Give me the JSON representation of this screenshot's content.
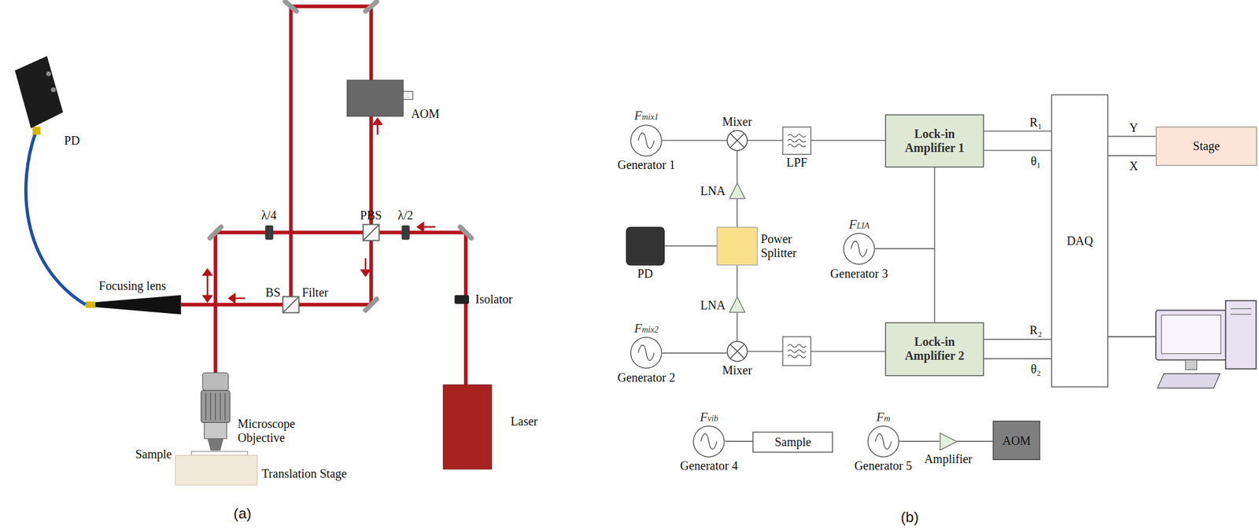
{
  "diagram": {
    "nodes": [
      {
        "text": [
          "Fmix1",
          "Generator 1"
        ]
      },
      {
        "text": [
          "Mixer"
        ]
      },
      {
        "text": [
          "LPF"
        ]
      },
      {
        "text": [
          "Lock-in Amplifier 1"
        ]
      },
      {
        "text": [
          "DAQ"
        ]
      },
      {
        "text": [
          "Stage"
        ]
      },
      {
        "text": [
          "LNA"
        ]
      },
      {
        "text": [
          "PD"
        ]
      },
      {
        "text": [
          "Power Splitter"
        ]
      },
      {
        "text": [
          "FLIA",
          "Generator 3"
        ]
      },
      {
        "text": [
          "LNA"
        ]
      },
      {
        "text": [
          "Fmix2",
          "Generator 2"
        ]
      },
      {
        "text": [
          "Mixer"
        ]
      },
      {
        "text": [
          "Lock-in Amplifier 2"
        ]
      },
      {
        "text": [
          "Fvib",
          "Generator 4"
        ]
      },
      {
        "text": [
          "Sample"
        ]
      },
      {
        "text": [
          "Fm",
          "Generator 5"
        ]
      },
      {
        "text": [
          "Amplifier"
        ]
      },
      {
        "text": [
          "AOM"
        ]
      }
    ],
    "edges": [
      {
        "from": 0,
        "to": 1,
        "arrow": "none"
      },
      {
        "from": 1,
        "to": 2,
        "arrow": "none"
      },
      {
        "from": 2,
        "to": 3,
        "arrow": "none"
      },
      {
        "from": 3,
        "to": 4,
        "arrow": "none",
        "label": "R₁"
      },
      {
        "from": 3,
        "to": 4,
        "arrow": "none",
        "label": "θ₁"
      },
      {
        "from": 4,
        "to": 5,
        "arrow": "none",
        "label": "Y"
      },
      {
        "from": 4,
        "to": 5,
        "arrow": "none",
        "label": "X"
      },
      {
        "from": 6,
        "to": 1,
        "arrow": "none"
      },
      {
        "from": 8,
        "to": 6,
        "arrow": "none"
      },
      {
        "from": 7,
        "to": 8,
        "arrow": "none"
      },
      {
        "from": 8,
        "to": 10,
        "arrow": "none"
      },
      {
        "from": 10,
        "to": 12,
        "arrow": "none"
      },
      {
        "from": 11,
        "to": 12,
        "arrow": "none"
      },
      {
        "from": 12,
        "to": 13,
        "arrow": "none"
      },
      {
        "from": 13,
        "to": 4,
        "arrow": "none",
        "label": "R₂"
      },
      {
        "from": 13,
        "to": 4,
        "arrow": "none",
        "label": "θ₂"
      },
      {
        "from": 9,
        "to": 3,
        "arrow": "none"
      },
      {
        "from": 9,
        "to": 13,
        "arrow": "none"
      },
      {
        "from": 14,
        "to": 15,
        "arrow": "none"
      },
      {
        "from": 16,
        "to": 17,
        "arrow": "none"
      },
      {
        "from": 17,
        "to": 18,
        "arrow": "none"
      }
    ],
    "labels": [
      "PD",
      "AOM",
      "λ/4",
      "PBS",
      "λ/2",
      "Focusing lens",
      "BS",
      "Filter",
      "Isolator",
      "Microscope Objective",
      "Sample",
      "Translation Stage",
      "Laser",
      "(a)",
      "(b)"
    ]
  }
}
